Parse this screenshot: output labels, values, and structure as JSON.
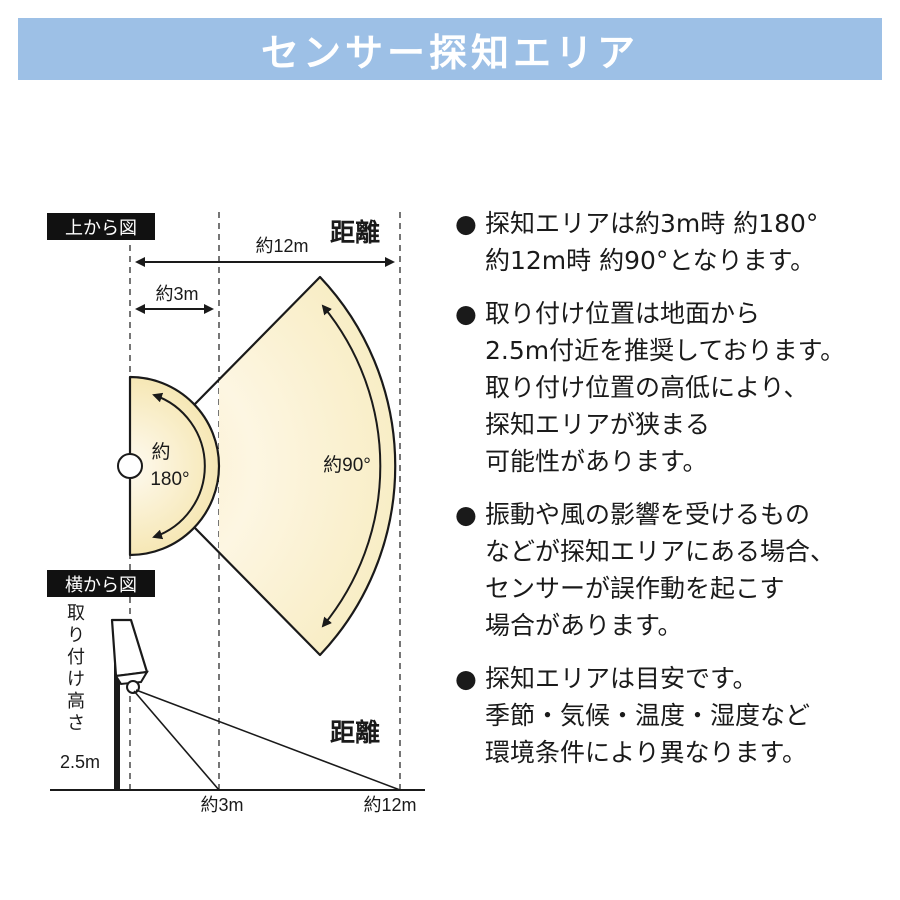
{
  "header": {
    "title": "センサー探知エリア"
  },
  "diagram": {
    "top_view": {
      "label": "上から図",
      "distance_heading": "距離",
      "far_distance": "約12m",
      "near_distance": "約3m",
      "near_angle_line1": "約",
      "near_angle_line2": "180°",
      "far_angle": "約90°"
    },
    "side_view": {
      "label": "横から図",
      "mount_height_label": [
        "取",
        "り",
        "付",
        "け",
        "高",
        "さ"
      ],
      "mount_height_value": "2.5m",
      "distance_heading": "距離",
      "near_distance": "約3m",
      "far_distance": "約12m"
    }
  },
  "notes": [
    {
      "bullet": "●",
      "lines": [
        "探知エリアは約3m時 約180°",
        "約12m時 約90°となります。"
      ]
    },
    {
      "bullet": "●",
      "lines": [
        "取り付け位置は地面から",
        "2.5m付近を推奨しております。",
        "取り付け位置の高低により、",
        "探知エリアが狭まる",
        "可能性があります。"
      ]
    },
    {
      "bullet": "●",
      "lines": [
        "振動や風の影響を受けるもの",
        "などが探知エリアにある場合、",
        "センサーが誤作動を起こす",
        "場合があります。"
      ]
    },
    {
      "bullet": "●",
      "lines": [
        "探知エリアは目安です。",
        "季節・気候・温度・湿度など",
        "環境条件により異なります。"
      ]
    }
  ],
  "colors": {
    "header_bg": "#9dc0e6",
    "area_fill": "#fbf3d4",
    "ink": "#1a1a1a"
  }
}
